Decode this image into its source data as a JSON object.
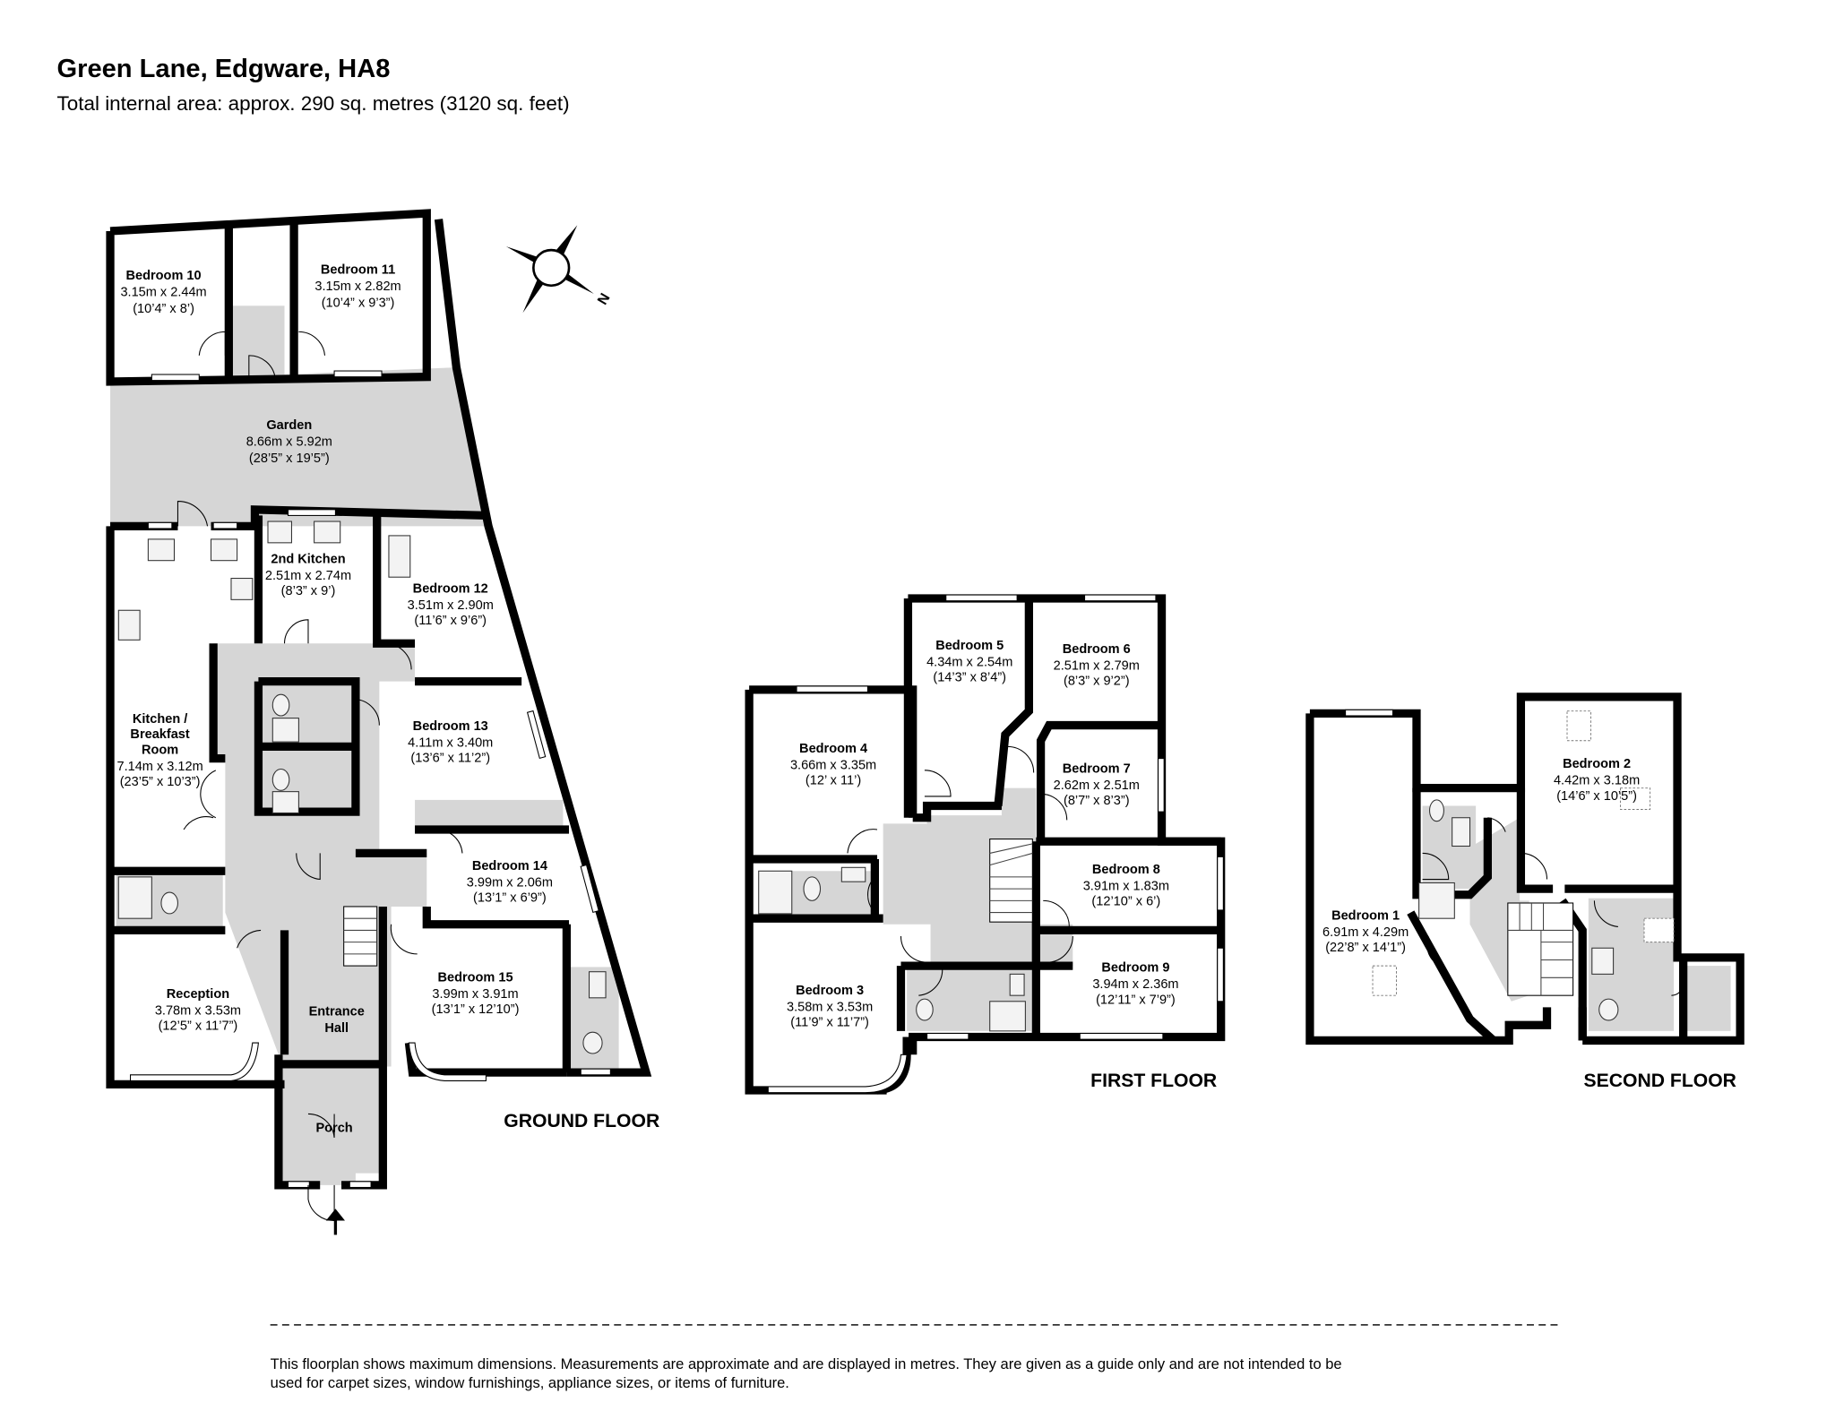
{
  "header": {
    "title": "Green Lane, Edgware, HA8",
    "subtitle": "Total internal area: approx. 290 sq. metres (3120 sq. feet)"
  },
  "compass": {
    "icon": "north-compass-icon",
    "label": "N"
  },
  "entrance_arrow": {
    "icon": "entrance-arrow-icon"
  },
  "floors": {
    "ground": {
      "label": "GROUND FLOOR",
      "rooms": [
        {
          "name": "Bedroom 10",
          "metric": "3.15m x 2.44m",
          "imperial": "(10’4” x 8’)"
        },
        {
          "name": "Bedroom 11",
          "metric": "3.15m x 2.82m",
          "imperial": "(10’4” x 9’3”)"
        },
        {
          "name": "Garden",
          "metric": "8.66m x 5.92m",
          "imperial": "(28’5” x 19’5”)"
        },
        {
          "name": "2nd Kitchen",
          "metric": "2.51m x 2.74m",
          "imperial": "(8’3” x 9’)"
        },
        {
          "name": "Bedroom 12",
          "metric": "3.51m x 2.90m",
          "imperial": "(11’6” x 9’6”)"
        },
        {
          "name_lines": [
            "Kitchen /",
            "Breakfast",
            "Room"
          ],
          "metric": "7.14m x 3.12m",
          "imperial": "(23’5” x 10’3”)"
        },
        {
          "name": "Bedroom 13",
          "metric": "4.11m x 3.40m",
          "imperial": "(13’6” x 11’2”)"
        },
        {
          "name": "Bedroom 14",
          "metric": "3.99m x 2.06m",
          "imperial": "(13’1” x 6’9”)"
        },
        {
          "name": "Reception",
          "metric": "3.78m x 3.53m",
          "imperial": "(12’5” x 11’7”)"
        },
        {
          "name_lines": [
            "Entrance",
            "Hall"
          ]
        },
        {
          "name": "Bedroom 15",
          "metric": "3.99m x 3.91m",
          "imperial": "(13’1” x 12’10”)"
        },
        {
          "name": "Porch"
        }
      ]
    },
    "first": {
      "label": "FIRST FLOOR",
      "rooms": [
        {
          "name": "Bedroom 5",
          "metric": "4.34m x 2.54m",
          "imperial": "(14’3” x 8’4”)"
        },
        {
          "name": "Bedroom 6",
          "metric": "2.51m x 2.79m",
          "imperial": "(8’3” x 9’2”)"
        },
        {
          "name": "Bedroom 4",
          "metric": "3.66m x 3.35m",
          "imperial": "(12’ x 11’)"
        },
        {
          "name": "Bedroom 7",
          "metric": "2.62m x 2.51m",
          "imperial": "(8’7” x 8’3”)"
        },
        {
          "name": "Bedroom 8",
          "metric": "3.91m x 1.83m",
          "imperial": "(12’10” x 6’)"
        },
        {
          "name": "Bedroom 9",
          "metric": "3.94m x 2.36m",
          "imperial": "(12’11” x 7’9”)"
        },
        {
          "name": "Bedroom 3",
          "metric": "3.58m x 3.53m",
          "imperial": "(11’9” x 11’7”)"
        }
      ]
    },
    "second": {
      "label": "SECOND FLOOR",
      "rooms": [
        {
          "name": "Bedroom 2",
          "metric": "4.42m x 3.18m",
          "imperial": "(14’6” x 10’5”)"
        },
        {
          "name": "Bedroom 1",
          "metric": "6.91m x 4.29m",
          "imperial": "(22’8” x 14’1”)"
        }
      ]
    }
  },
  "footer": {
    "disclaimer_line1": "This floorplan shows maximum dimensions. Measurements are approximate and are displayed in metres. They are given as a guide only and are not intended to be",
    "disclaimer_line2": "used for carpet sizes, window furnishings, appliance sizes, or items of furniture."
  },
  "colors": {
    "wall": "#000000",
    "circulation_fill": "#d6d6d6",
    "room_fill": "#ffffff",
    "background": "#ffffff"
  }
}
